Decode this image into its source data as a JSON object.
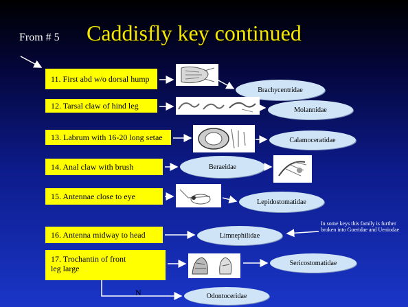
{
  "slide": {
    "from_label": "From # 5",
    "title": "Caddisfly key continued",
    "note": "In some keys this family is further broken into Goeridae and Ueniodae",
    "n_label": "N"
  },
  "steps": [
    {
      "label": "11. First abd w/o dorsal hump",
      "result": "Brachycentridae"
    },
    {
      "label": "12. Tarsal claw of hind leg",
      "result": "Molannidae"
    },
    {
      "label": "13. Labrum with 16-20 long setae",
      "result": "Calamoceratidae"
    },
    {
      "label": "14. Anal claw with brush",
      "result": "Beraeidae"
    },
    {
      "label": "15. Antennae close to eye",
      "result": "Lepidostomatidae"
    },
    {
      "label": "16. Antenna midway to head",
      "result": "Limnephilidae"
    },
    {
      "label": "17. Trochantin of front leg large",
      "result": "Sericostomatidae"
    }
  ],
  "alternate": {
    "result": "Odontoceridae"
  },
  "colors": {
    "box_fill": "#ffff00",
    "oval_fill": "#cfe4f6",
    "title_color": "#f5e600",
    "arrow_color": "#ffffff"
  }
}
